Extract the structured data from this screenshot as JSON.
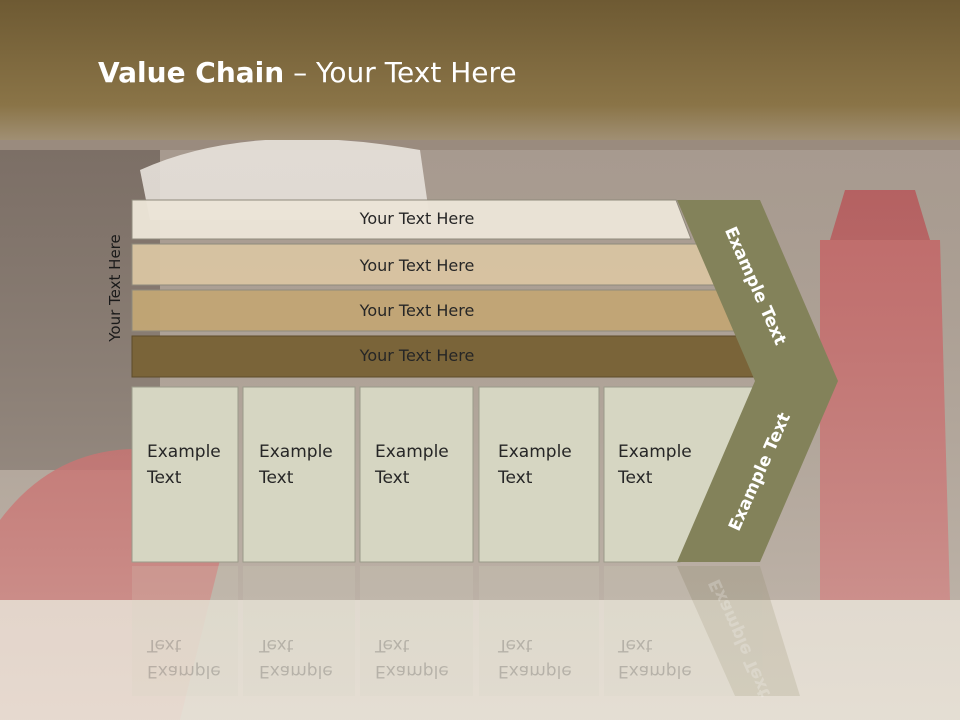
{
  "title": {
    "bold": "Value Chain",
    "rest": " – Your Text Here"
  },
  "vertical_label": "Your Text Here",
  "bars": [
    {
      "label": "Your Text Here",
      "fill": "#ebe4d7"
    },
    {
      "label": "Your Text Here",
      "fill": "#d8c3a1"
    },
    {
      "label": "Your Text Here",
      "fill": "#c1a575"
    },
    {
      "label": "Your Text Here",
      "fill": "#7a6439"
    }
  ],
  "boxes": [
    {
      "line1": "Example",
      "line2": "Text"
    },
    {
      "line1": "Example",
      "line2": "Text"
    },
    {
      "line1": "Example",
      "line2": "Text"
    },
    {
      "line1": "Example",
      "line2": "Text"
    },
    {
      "line1": "Example",
      "line2": "Text"
    }
  ],
  "chevron": {
    "upper": "Example Text",
    "lower": "Example Text",
    "fill": "#83825a"
  },
  "colors": {
    "header": "#7a6438",
    "box_fill": "#d6d6c2",
    "box_border": "#9b9b8a"
  }
}
